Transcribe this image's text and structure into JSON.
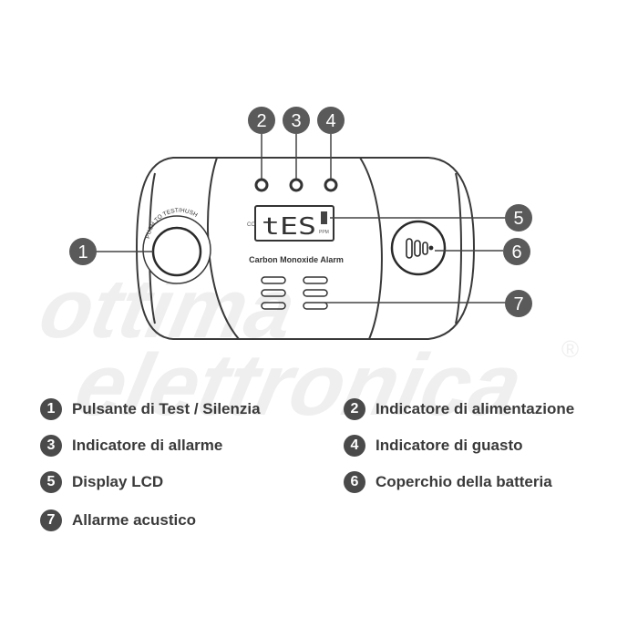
{
  "device": {
    "push_label": "PUSH TO TEST/HUSH",
    "model_label": "Carbon Monoxide Alarm",
    "lcd_text": "tES",
    "lcd_co": "CO",
    "lcd_ppm": "PPM"
  },
  "watermark": {
    "line1": "ottima",
    "line2": "elettronica",
    "registered": "®"
  },
  "callouts": [
    "1",
    "2",
    "3",
    "4",
    "5",
    "6",
    "7"
  ],
  "legend": [
    {
      "num": "1",
      "text": "Pulsante di Test / Silenzia"
    },
    {
      "num": "2",
      "text": "Indicatore di alimentazione"
    },
    {
      "num": "3",
      "text": "Indicatore di allarme"
    },
    {
      "num": "4",
      "text": "Indicatore di guasto"
    },
    {
      "num": "5",
      "text": "Display LCD"
    },
    {
      "num": "6",
      "text": "Coperchio della batteria"
    },
    {
      "num": "7",
      "text": "Allarme acustico"
    }
  ],
  "colors": {
    "outline": "#3a3a3a",
    "callout_fill": "#5a5a5a",
    "legend_num": "#4a4a4a",
    "text": "#3a3a3a",
    "watermark": "#eeeeee"
  }
}
